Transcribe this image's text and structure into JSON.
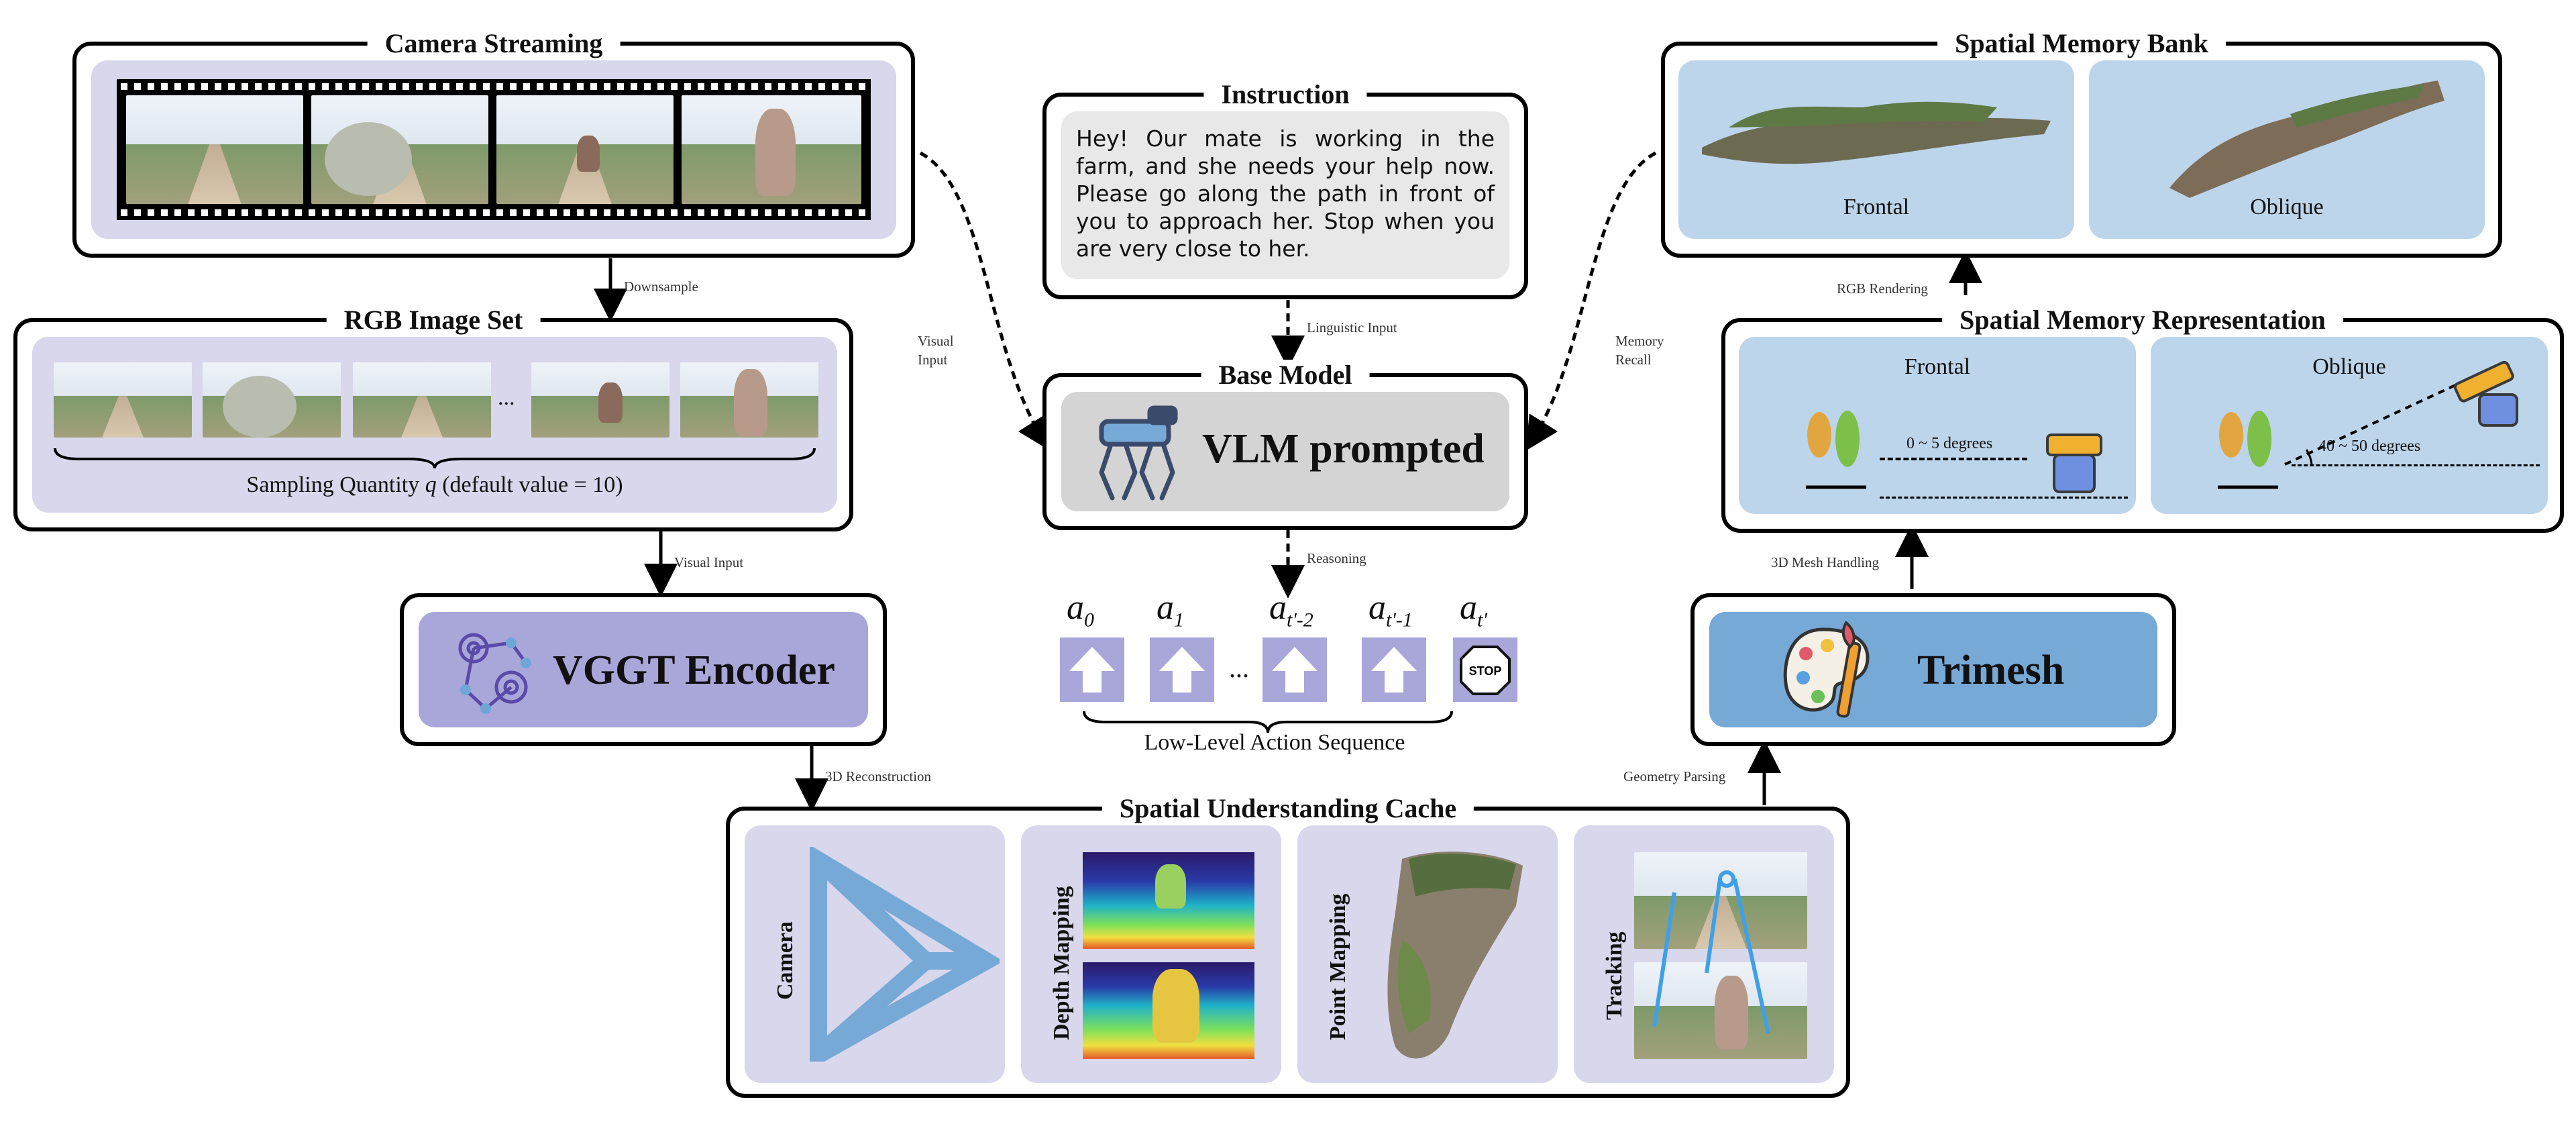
{
  "panels": {
    "camera_streaming": {
      "title": "Camera Streaming"
    },
    "rgb_image_set": {
      "title": "RGB Image Set",
      "caption_prefix": "Sampling Quantity",
      "caption_var": "q",
      "caption_suffix": "(default value = 10)",
      "ellipsis": "..."
    },
    "vggt_encoder": {
      "label": "VGGT Encoder"
    },
    "instruction": {
      "title": "Instruction",
      "text": "Hey! Our mate is working in the farm, and she needs your help now. Please go along the path in front of you to approach her. Stop when you are very close to her."
    },
    "base_model": {
      "title": "Base Model",
      "label": "VLM prompted"
    },
    "action_sequence": {
      "actions": [
        {
          "base": "a",
          "sub": "0"
        },
        {
          "base": "a",
          "sub": "1"
        },
        {
          "base": "a",
          "sub": "t'-2"
        },
        {
          "base": "a",
          "sub": "t'-1"
        },
        {
          "base": "a",
          "sub": "t'"
        }
      ],
      "ellipsis": "...",
      "stop_text": "STOP",
      "caption": "Low-Level Action Sequence"
    },
    "spatial_memory_bank": {
      "title": "Spatial Memory Bank",
      "views": [
        "Frontal",
        "Oblique"
      ]
    },
    "spatial_memory_representation": {
      "title": "Spatial Memory Representation",
      "views": [
        {
          "label": "Frontal",
          "angle": "0 ~ 5 degrees"
        },
        {
          "label": "Oblique",
          "angle": "40 ~ 50 degrees"
        }
      ]
    },
    "trimesh": {
      "label": "Trimesh"
    },
    "spatial_understanding_cache": {
      "title": "Spatial Understanding Cache",
      "items": [
        "Camera",
        "Depth Mapping",
        "Point Mapping",
        "Tracking"
      ]
    }
  },
  "edges": {
    "downsample": "Downsample",
    "visual_input_down": "Visual Input",
    "visual_input_side_1": "Visual",
    "visual_input_side_2": "Input",
    "linguistic_input": "Linguistic Input",
    "reasoning": "Reasoning",
    "memory_recall_1": "Memory",
    "memory_recall_2": "Recall",
    "rgb_rendering": "RGB Rendering",
    "mesh_handling": "3D Mesh Handling",
    "reconstruction": "3D Reconstruction",
    "geometry_parsing": "Geometry Parsing"
  },
  "colors": {
    "lavender": "#d8d7ec",
    "lavender_dark": "#a9a6da",
    "blue_light": "#bcd5ea",
    "blue_dark": "#76a9d6",
    "grey": "#d4d4d4"
  }
}
